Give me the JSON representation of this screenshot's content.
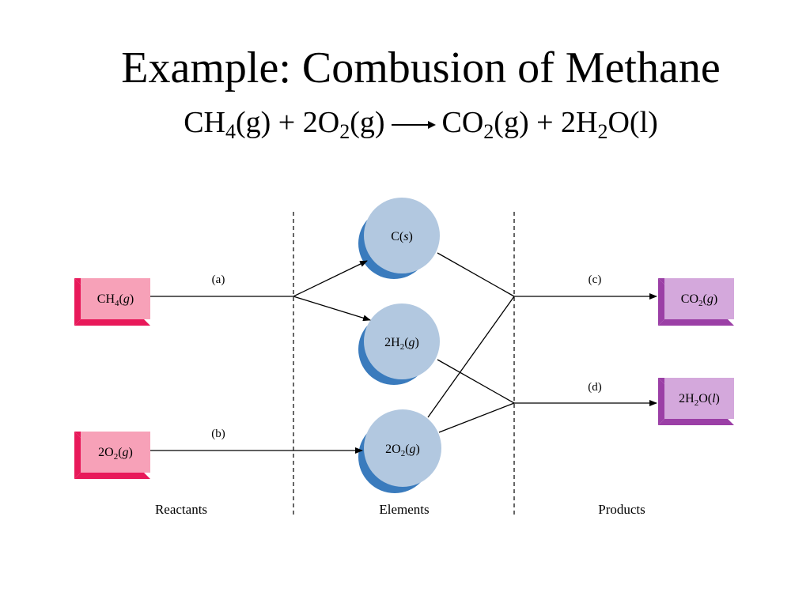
{
  "slide": {
    "title": "Example:  Combusion of Methane"
  },
  "equation": {
    "r1": "CH",
    "r1_sub": "4",
    "r1_state": "(g) + 2O",
    "r2_sub": "2",
    "r2_state": "(g)",
    "p1": "CO",
    "p1_sub": "2",
    "p1_state": "(g) + 2H",
    "p2_sub": "2",
    "p2_state": "O(l)"
  },
  "diagram": {
    "sections": {
      "reactants": "Reactants",
      "elements": "Elements",
      "products": "Products"
    },
    "paths": {
      "a": "(a)",
      "b": "(b)",
      "c": "(c)",
      "d": "(d)"
    },
    "reactant_boxes": [
      {
        "main": "CH",
        "sub": "4",
        "paren_open": "(",
        "state": "g",
        "paren_close": ")"
      },
      {
        "main": "2O",
        "sub": "2",
        "paren_open": "(",
        "state": "g",
        "paren_close": ")"
      }
    ],
    "element_circles": [
      {
        "main": "C",
        "sub": "",
        "paren_open": "(",
        "state": "s",
        "paren_close": ")"
      },
      {
        "main": "2H",
        "sub": "2",
        "paren_open": "(",
        "state": "g",
        "paren_close": ")"
      },
      {
        "main": "2O",
        "sub": "2",
        "paren_open": "(",
        "state": "g",
        "paren_close": ")"
      }
    ],
    "product_boxes": [
      {
        "main": "CO",
        "sub": "2",
        "paren_open": "(",
        "state": "g",
        "paren_close": ")"
      },
      {
        "main": "2H",
        "sub": "2",
        "paren_open": "O(",
        "state": "l",
        "paren_close": ")"
      }
    ],
    "colors": {
      "reactant_face": "#f7a1b8",
      "reactant_side": "#e8195a",
      "product_face": "#d4a8dc",
      "product_side": "#9b3fa6",
      "circle_face": "#b2c8e0",
      "circle_shadow": "#3a7bbd"
    }
  }
}
